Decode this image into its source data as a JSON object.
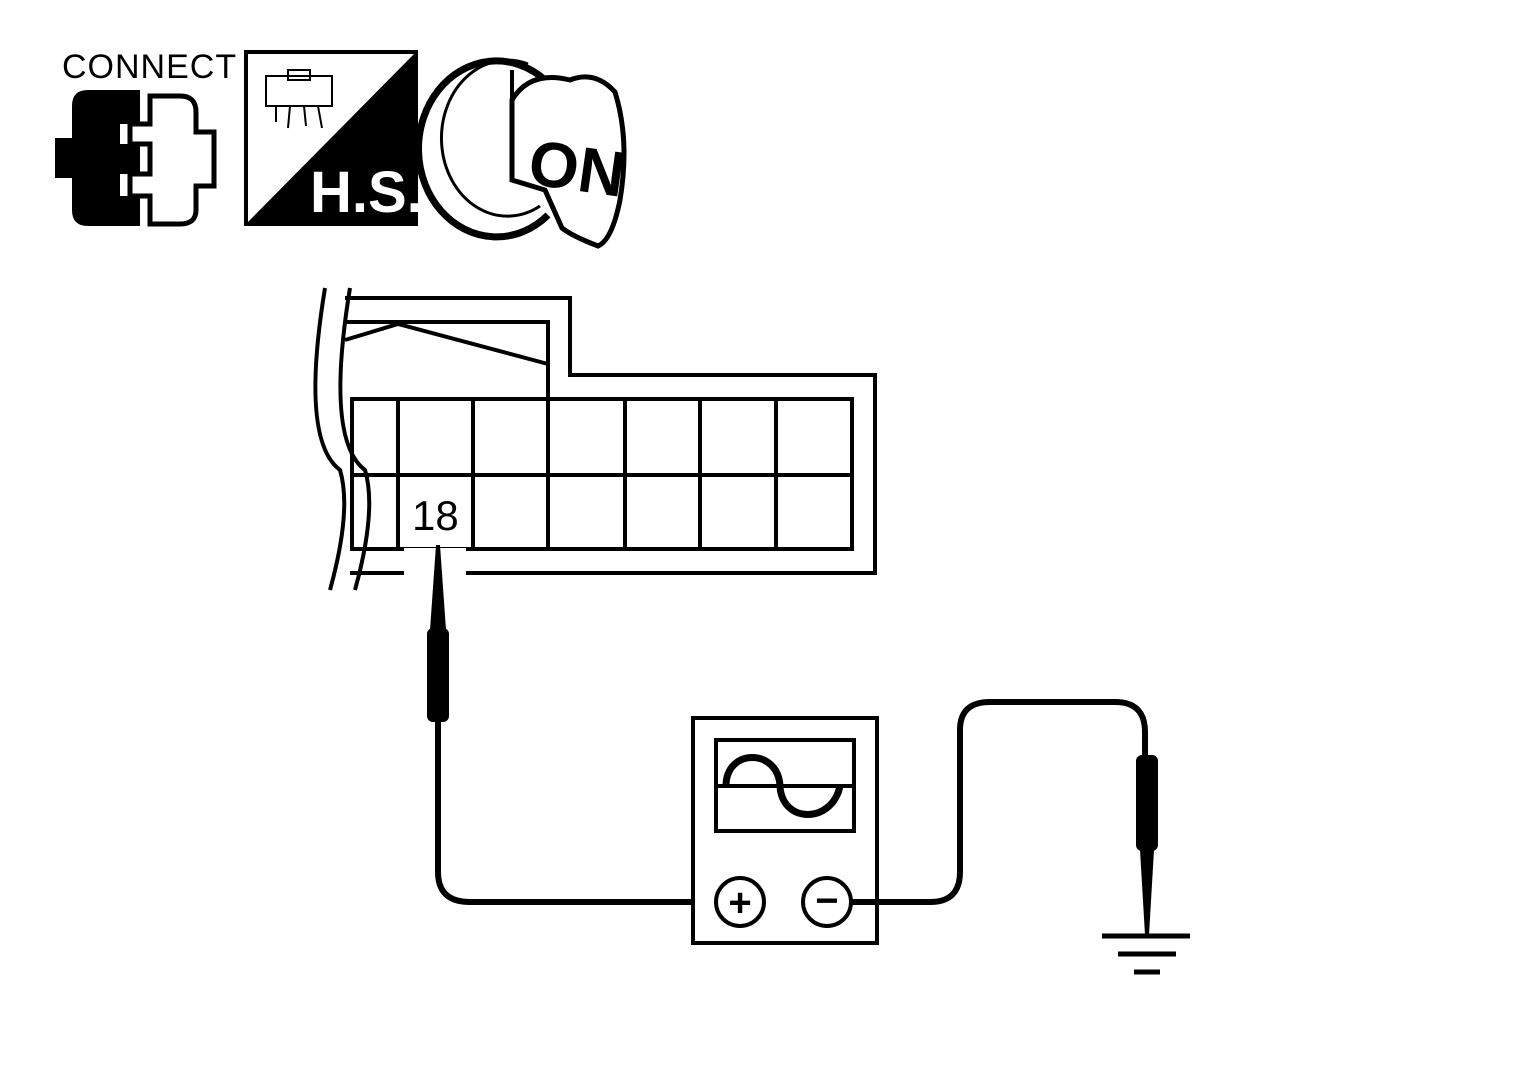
{
  "icons": {
    "connect": {
      "label": "CONNECT"
    },
    "harness_side": {
      "label": "H.S."
    },
    "ignition": {
      "label": "ON"
    }
  },
  "connector": {
    "terminal_label": "18"
  },
  "oscilloscope": {
    "positive_terminal": "+",
    "negative_terminal": "−"
  }
}
